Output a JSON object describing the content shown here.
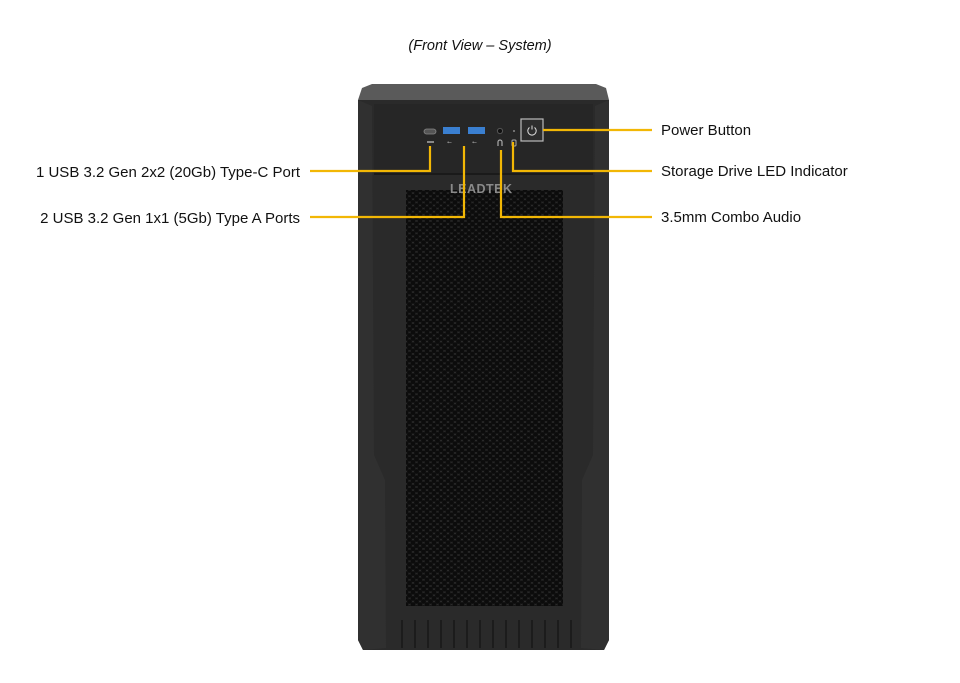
{
  "title": "(Front View – System)",
  "brand": "LEADTEK",
  "callout_color": "#f2b705",
  "labels_left": [
    {
      "id": "usb-c",
      "text": "1 USB 3.2 Gen 2x2 (20Gb) Type-C Port"
    },
    {
      "id": "usb-a",
      "text": "2 USB 3.2 Gen 1x1 (5Gb) Type A Ports"
    }
  ],
  "labels_right": [
    {
      "id": "power",
      "text": "Power Button"
    },
    {
      "id": "storage-led",
      "text": "Storage Drive LED Indicator"
    },
    {
      "id": "audio",
      "text": "3.5mm Combo Audio"
    }
  ]
}
